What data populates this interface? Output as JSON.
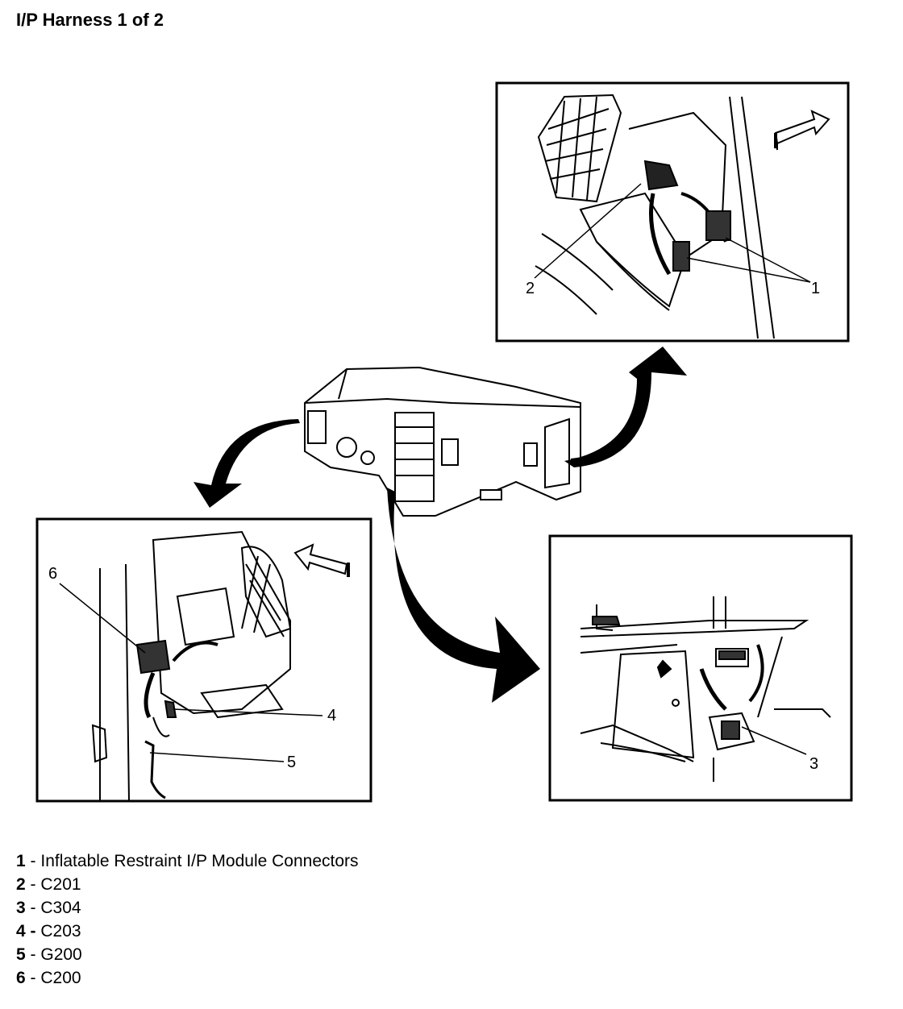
{
  "title": "I/P Harness 1 of 2",
  "callouts": {
    "c1": "1",
    "c2": "2",
    "c3": "3",
    "c4": "4",
    "c5": "5",
    "c6": "6"
  },
  "legend": [
    {
      "num": "1",
      "sep": " - ",
      "text": "Inflatable Restraint I/P Module Connectors"
    },
    {
      "num": "2",
      "sep": " - ",
      "text": "C201"
    },
    {
      "num": "3",
      "sep": " - ",
      "text": "C304"
    },
    {
      "num": "4 -",
      "sep": " ",
      "text": "C203"
    },
    {
      "num": "5",
      "sep": " - ",
      "text": "G200"
    },
    {
      "num": "6",
      "sep": " - ",
      "text": "C200"
    }
  ]
}
